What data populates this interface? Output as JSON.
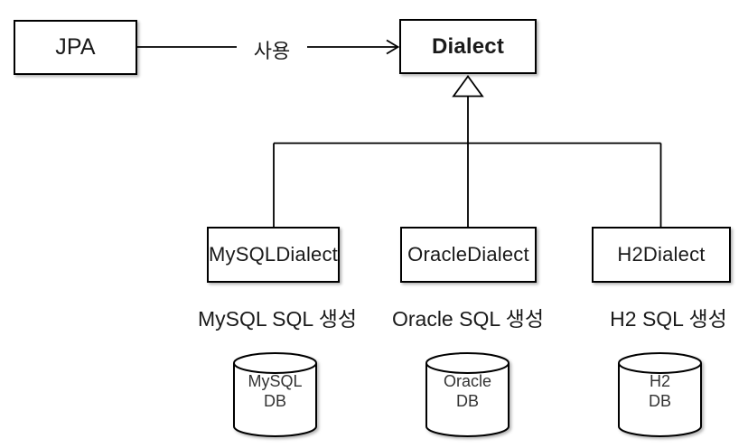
{
  "nodes": {
    "jpa": {
      "label": "JPA"
    },
    "dialect": {
      "label": "Dialect"
    },
    "mysql_dialect": {
      "label": "MySQLDialect"
    },
    "oracle_dialect": {
      "label": "OracleDialect"
    },
    "h2_dialect": {
      "label": "H2Dialect"
    }
  },
  "edges": {
    "jpa_to_dialect_label": "사용"
  },
  "captions": {
    "mysql": "MySQL SQL 생성",
    "oracle": "Oracle SQL 생성",
    "h2": "H2 SQL 생성"
  },
  "databases": {
    "mysql": {
      "line1": "MySQL",
      "line2": "DB"
    },
    "oracle": {
      "line1": "Oracle",
      "line2": "DB"
    },
    "h2": {
      "line1": "H2",
      "line2": "DB"
    }
  },
  "colors": {
    "stroke": "#000000",
    "node_fill": "#ffffff",
    "background": "#ffffff",
    "text": "#1a1a1a"
  }
}
